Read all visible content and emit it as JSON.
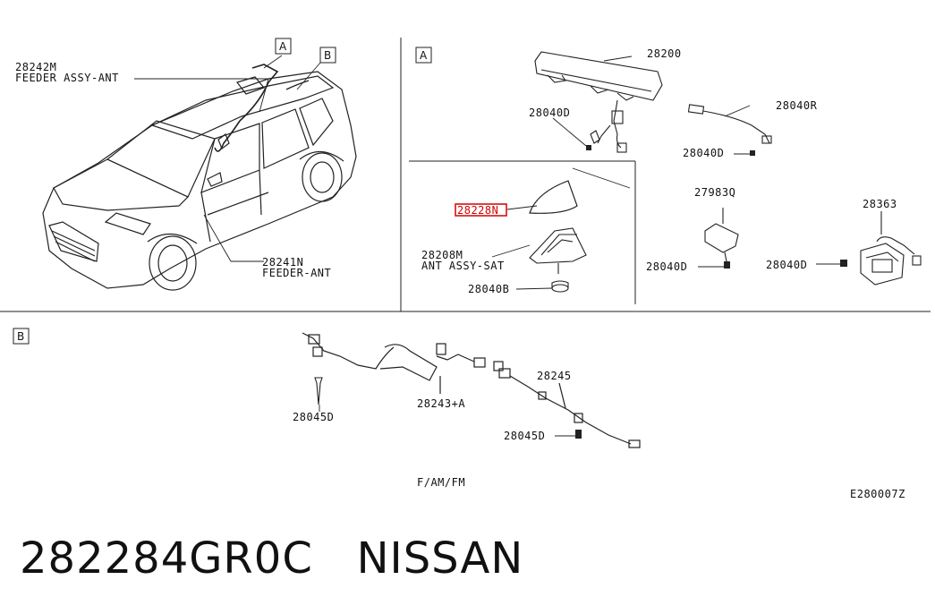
{
  "callouts": {
    "box_a_car": "A",
    "box_b_car": "B",
    "box_a_section": "A",
    "box_b_section": "B"
  },
  "labels": {
    "p28242m_num": "28242M",
    "p28242m_name": "FEEDER ASSY-ANT",
    "p28241n_num": "28241N",
    "p28241n_name": "FEEDER-ANT",
    "p28200": "28200",
    "p28040d_a": "28040D",
    "p28040r": "28040R",
    "p28040d_b": "28040D",
    "p28228n": "28228N",
    "p28208m_num": "28208M",
    "p28208m_name": "ANT ASSY-SAT",
    "p28040b": "28040B",
    "p27983q": "27983Q",
    "p28040d_c": "28040D",
    "p28363": "28363",
    "p28040d_d": "28040D",
    "p28045d_a": "28045D",
    "p28243a": "28243+A",
    "p28245": "28245",
    "p28045d_b": "28045D",
    "fam": "F/AM/FM",
    "code": "E280007Z"
  },
  "footer": {
    "part_number": "282284GR0C",
    "brand": "NISSAN"
  },
  "colors": {
    "highlight": "#d40000",
    "line": "#222222"
  }
}
